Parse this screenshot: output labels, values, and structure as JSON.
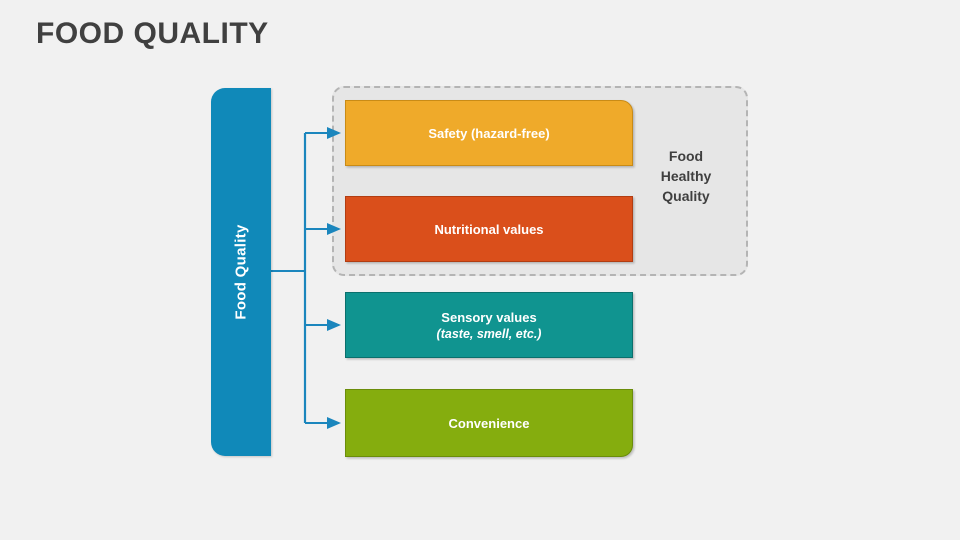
{
  "slide": {
    "title": "Food Quality",
    "background_color": "#f1f1f1"
  },
  "diagram": {
    "root": {
      "label": "Food Quality",
      "color": "#1089b9",
      "text_color": "#ffffff"
    },
    "group": {
      "label": "Food\nHealthy\nQuality",
      "label_lines": [
        "Food",
        "Healthy",
        "Quality"
      ],
      "fill_color": "#e6e6e6",
      "border_color": "#b4b4b4",
      "border_style": "dashed",
      "contains": [
        "Safety (hazard-free)",
        "Nutritional values"
      ]
    },
    "items": [
      {
        "title": "Safety (hazard-free)",
        "subtitle": "",
        "color": "#efaa2a",
        "border_color": "#c98b16",
        "in_group": true
      },
      {
        "title": "Nutritional values",
        "subtitle": "",
        "color": "#da4f1b",
        "border_color": "#b23d12",
        "in_group": true
      },
      {
        "title": "Sensory values",
        "subtitle": "(taste, smell, etc.)",
        "color": "#109490",
        "border_color": "#0b706d",
        "in_group": false
      },
      {
        "title": "Convenience",
        "subtitle": "",
        "color": "#85ad0e",
        "border_color": "#6b8d0a",
        "in_group": false
      }
    ],
    "connector_color": "#1b86bd"
  }
}
